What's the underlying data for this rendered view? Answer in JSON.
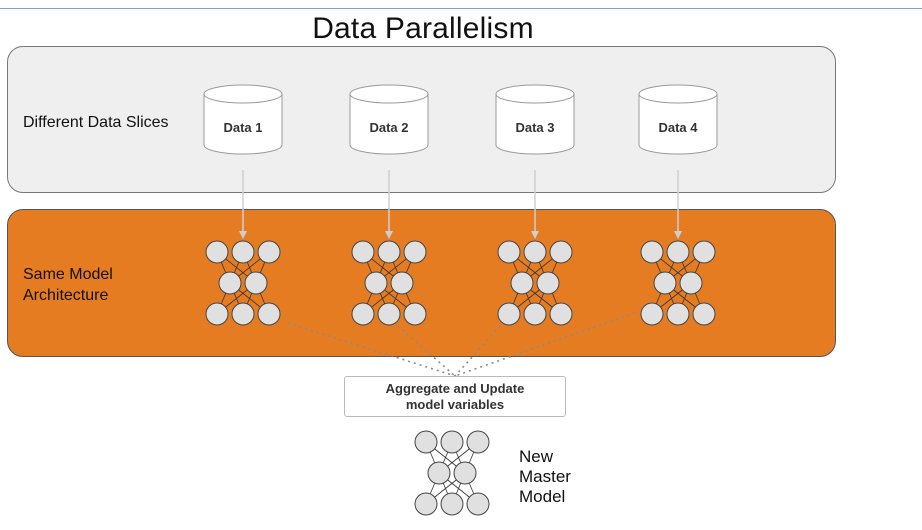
{
  "title": "Data Parallelism",
  "sections": {
    "data_label": "Different Data Slices",
    "model_label_line1": "Same Model",
    "model_label_line2": "Architecture"
  },
  "data_slices": [
    "Data 1",
    "Data 2",
    "Data 3",
    "Data 4"
  ],
  "aggregate": {
    "line1": "Aggregate and Update",
    "line2": "model variables"
  },
  "master": {
    "line1": "New",
    "line2": "Master",
    "line3": "Model"
  },
  "colors": {
    "model_panel": "#e67c22",
    "data_panel": "#efefef",
    "node_fill": "#e0e0e0"
  }
}
